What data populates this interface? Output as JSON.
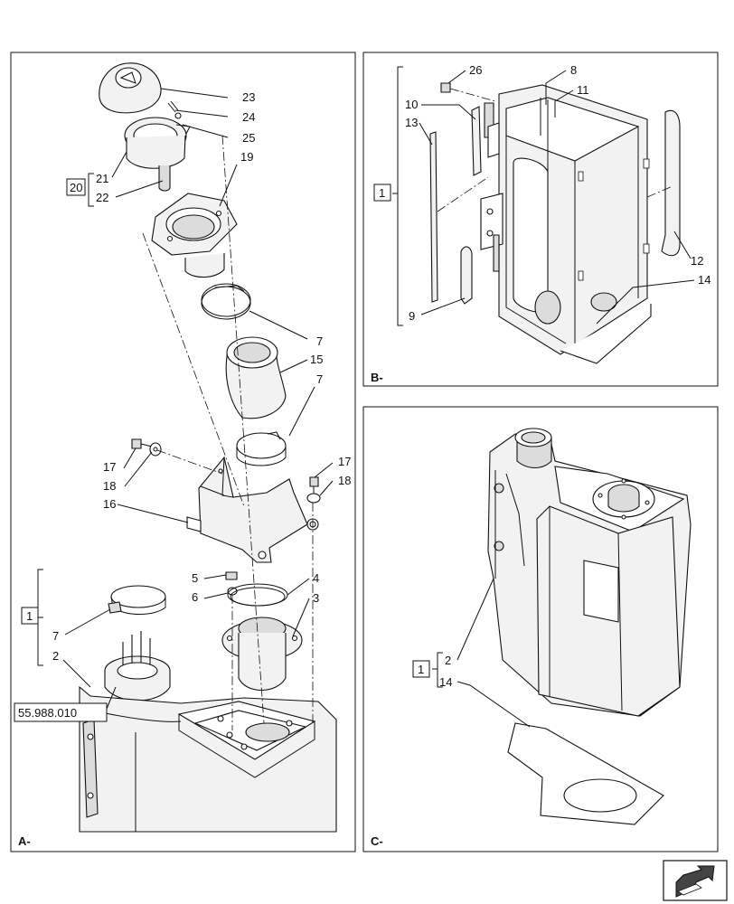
{
  "panels": {
    "a": {
      "label": "A-"
    },
    "b": {
      "label": "B-"
    },
    "c": {
      "label": "C-"
    }
  },
  "callouts_a": {
    "c23": "23",
    "c24": "24",
    "c25": "25",
    "c19": "19",
    "c21": "21",
    "c22": "22",
    "c20": "20",
    "c7a": "7",
    "c15": "15",
    "c7b": "7",
    "c17l": "17",
    "c18l": "18",
    "c16": "16",
    "c17r": "17",
    "c18r": "18",
    "c5": "5",
    "c6": "6",
    "c4": "4",
    "c3": "3",
    "c1": "1",
    "c7c": "7",
    "c2": "2",
    "ref": "55.988.010"
  },
  "callouts_b": {
    "c26": "26",
    "c8": "8",
    "c11": "11",
    "c10": "10",
    "c13": "13",
    "c1": "1",
    "c12": "12",
    "c14": "14",
    "c9": "9"
  },
  "callouts_c": {
    "c1": "1",
    "c2": "2",
    "c14": "14"
  },
  "nav": {
    "icon": "next-page-arrow-icon"
  }
}
